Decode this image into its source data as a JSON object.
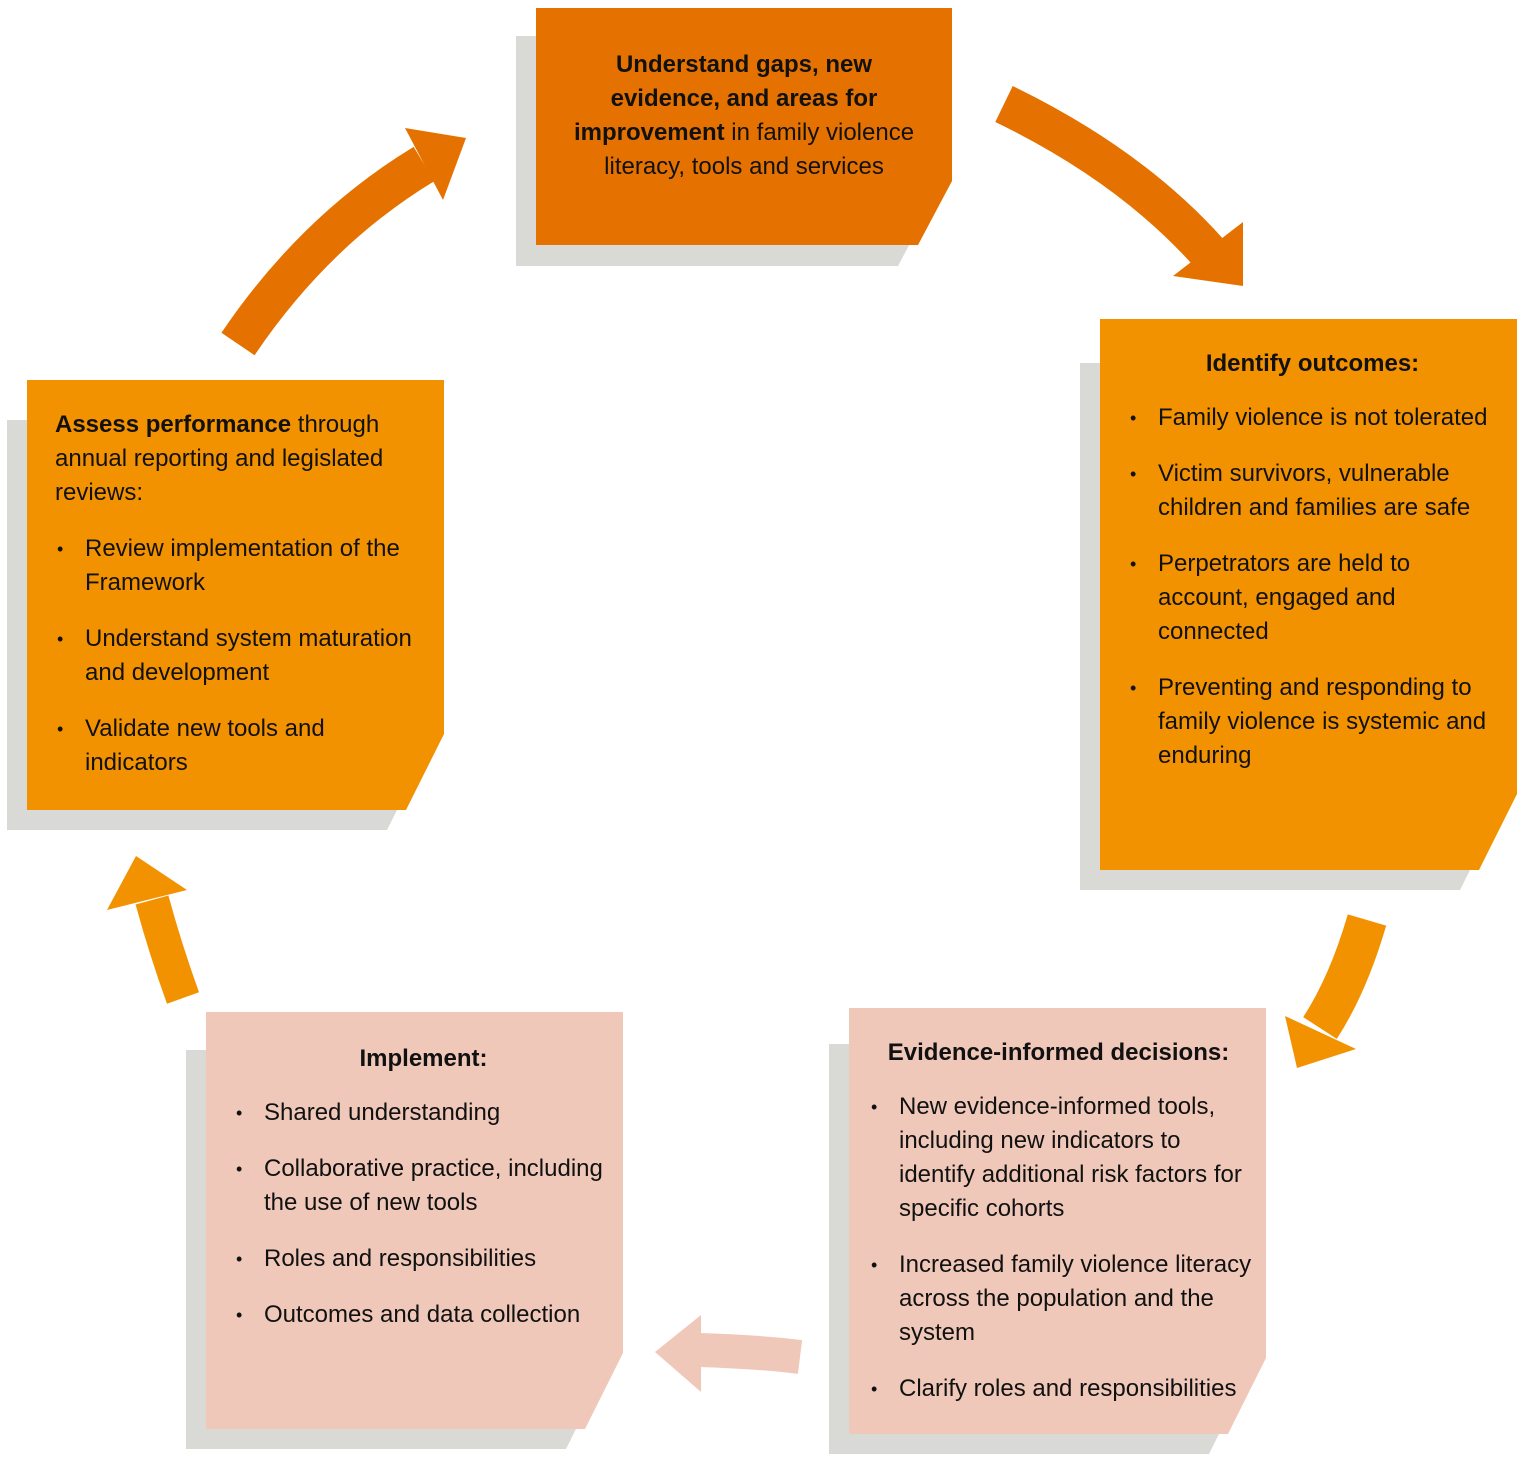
{
  "colors": {
    "dark_orange": "#e57200",
    "orange": "#f39200",
    "pink": "#efc8b9",
    "shadow": "#d9d9d6"
  },
  "top": {
    "bold": "Understand gaps, new evidence, and areas for improvement",
    "rest": " in family violence literacy, tools and services"
  },
  "identify": {
    "title": "Identify outcomes:",
    "items": [
      "Family violence is not tolerated",
      "Victim survivors, vulnerable children and families are safe",
      "Perpetrators are held to account, engaged and connected",
      "Preventing and responding to family violence is systemic and enduring"
    ]
  },
  "evidence": {
    "title": "Evidence-informed decisions:",
    "items": [
      "New evidence-informed tools, including new indicators to identify additional risk factors for specific cohorts",
      "Increased family violence literacy across the population and the system",
      "Clarify roles and responsibilities"
    ]
  },
  "implement": {
    "title": "Implement:",
    "items": [
      "Shared understanding",
      "Collaborative practice, including the use of new tools",
      "Roles and responsibilities",
      "Outcomes and data collection"
    ]
  },
  "assess": {
    "bold": "Assess performance",
    "rest": " through annual reporting and legislated reviews:",
    "items": [
      "Review implementation of the Framework",
      "Understand system maturation and development",
      "Validate new tools and indicators"
    ]
  },
  "bullet": "•"
}
